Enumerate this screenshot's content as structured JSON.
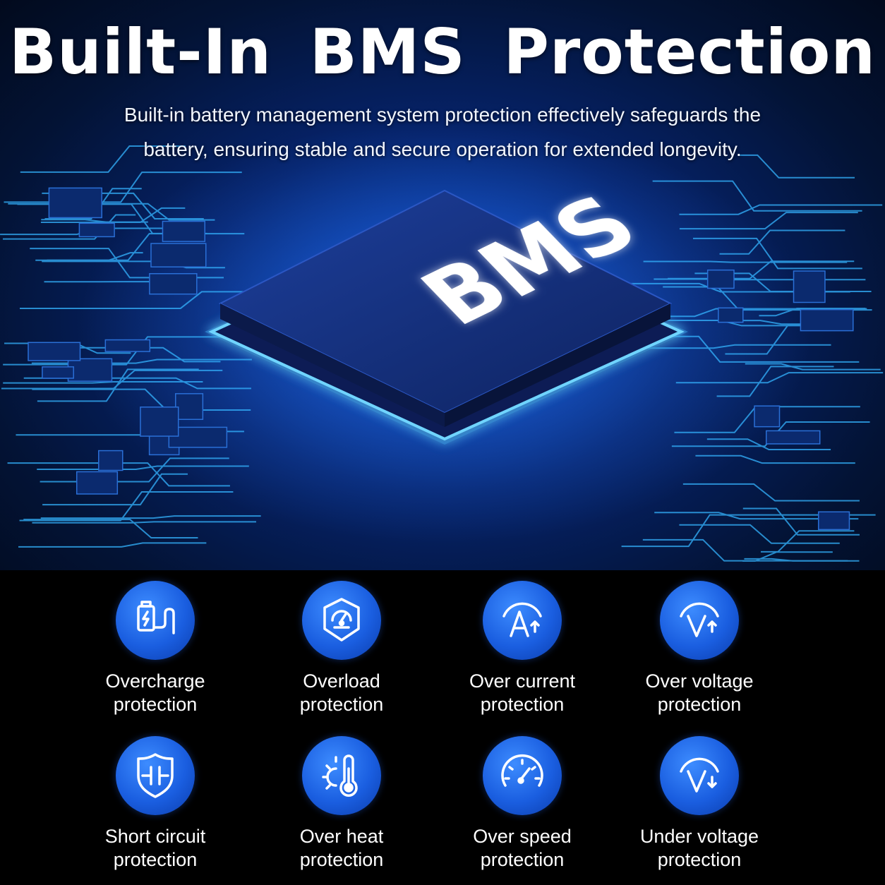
{
  "header": {
    "title": "Built-In  BMS  Protection",
    "subtitle": "Built-in battery management system protection effectively safeguards the battery, ensuring stable and secure operation for extended longevity."
  },
  "hero": {
    "chip_label": "BMS",
    "glow_color": "#3fb6ff",
    "background_color": "#06236b"
  },
  "features": [
    {
      "icon": "overcharge-icon",
      "line1": "Overcharge",
      "line2": "protection"
    },
    {
      "icon": "overload-icon",
      "line1": "Overload",
      "line2": "protection"
    },
    {
      "icon": "over-current-icon",
      "line1": "Over current",
      "line2": "protection"
    },
    {
      "icon": "over-voltage-icon",
      "line1": "Over voltage",
      "line2": "protection"
    },
    {
      "icon": "short-circuit-icon",
      "line1": "Short circuit",
      "line2": "protection"
    },
    {
      "icon": "over-heat-icon",
      "line1": "Over heat",
      "line2": "protection"
    },
    {
      "icon": "over-speed-icon",
      "line1": "Over speed",
      "line2": "protection"
    },
    {
      "icon": "under-voltage-icon",
      "line1": "Under voltage",
      "line2": "protection"
    }
  ],
  "icon_color": "#1a5ee0"
}
